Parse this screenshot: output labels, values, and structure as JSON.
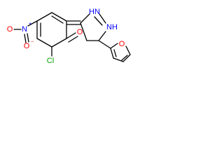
{
  "molecule": {
    "atoms": {
      "nitro_O_left": {
        "symbol": "O",
        "color": "#ff0000"
      },
      "nitro_N": {
        "symbol": "N",
        "color": "#0000ff",
        "charge": "+"
      },
      "nitro_O_bottom": {
        "symbol": "O",
        "color": "#ff0000",
        "charge": "−"
      },
      "carbonyl_O": {
        "symbol": "O",
        "color": "#ff0000"
      },
      "chlorine": {
        "symbol": "Cl",
        "color": "#00a000"
      },
      "pyrazolidine_N1": {
        "symbol": "N",
        "color": "#0000ff",
        "suffix": "H"
      },
      "pyrazolidine_N2": {
        "symbol": "N",
        "color": "#0000ff",
        "suffix": "H"
      },
      "furan_O": {
        "symbol": "O",
        "color": "#ff0000"
      }
    }
  }
}
